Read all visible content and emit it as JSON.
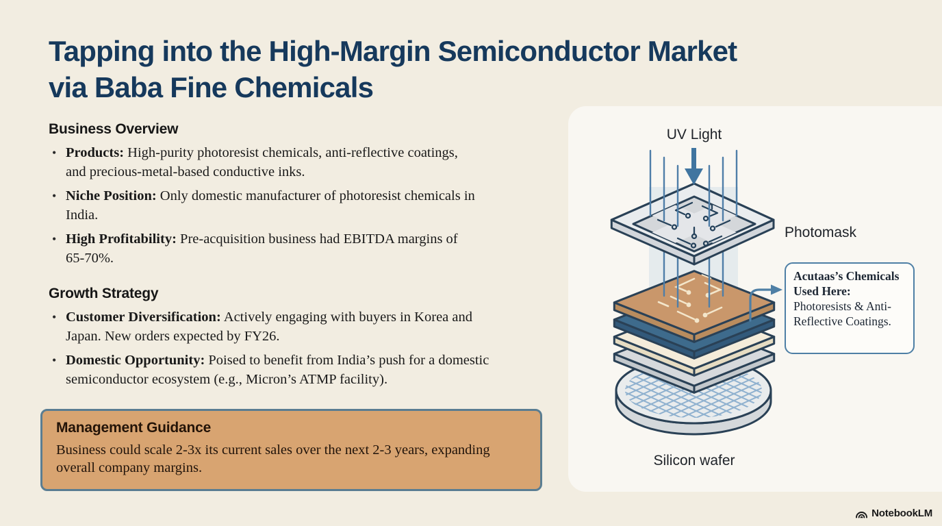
{
  "title": {
    "lines": [
      "Tapping into the High-Margin Semiconductor Market",
      "via Baba Fine Chemicals"
    ]
  },
  "sections": {
    "business_overview": {
      "heading": "Business Overview",
      "bullets": [
        {
          "lead": "Products:",
          "text": "High-purity photoresist chemicals, anti-reflective coatings, and precious-metal-based conductive inks."
        },
        {
          "lead": "Niche Position:",
          "text": "Only domestic manufacturer of photoresist chemicals in India."
        },
        {
          "lead": "High Profitability:",
          "text": "Pre-acquisition business had EBITDA margins of 65-70%."
        }
      ]
    },
    "growth_strategy": {
      "heading": "Growth Strategy",
      "bullets": [
        {
          "lead": "Customer Diversification:",
          "text": "Actively engaging with buyers in Korea and Japan. New orders expected by FY26."
        },
        {
          "lead": "Domestic Opportunity:",
          "text": "Poised to benefit from India’s push for a domestic semiconductor ecosystem (e.g., Micron’s ATMP facility)."
        }
      ]
    }
  },
  "management_guidance": {
    "heading": "Management Guidance",
    "body": "Business could scale 2-3x its current sales over the next 2-3 years, expanding overall company margins."
  },
  "diagram": {
    "labels": {
      "uv_light": "UV Light",
      "photomask": "Photomask",
      "silicon_wafer": "Silicon wafer"
    },
    "callout": {
      "bold": "Acutaas’s Chemicals Used Here:",
      "text": "Photoresists & Anti-Reflective Coatings."
    }
  },
  "footer": {
    "brand": "NotebookLM"
  },
  "colors": {
    "page_bg": "#f2ede1",
    "panel_bg": "#f9f7f2",
    "title_navy": "#16395c",
    "guidance_fill": "#d8a471",
    "guidance_border": "#5a7d92",
    "steel_blue": "#4f7ea8",
    "outline_navy": "#2a4156",
    "resist_tan": "#c9976b",
    "layer_blue": "#3e6b8c",
    "layer_cream": "#f4ecda",
    "layer_gray": "#d6d9dc",
    "wafer_hatch": "#8fb1cf"
  }
}
